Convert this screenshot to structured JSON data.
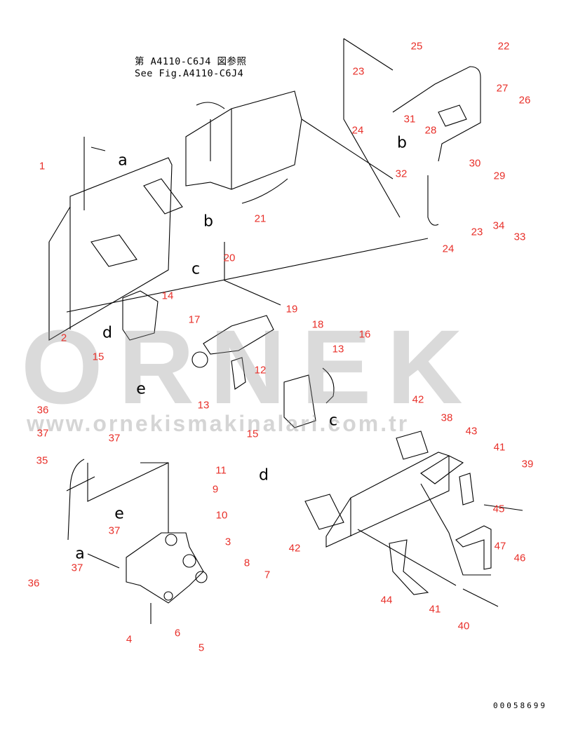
{
  "reference": {
    "line1": "第 A4110-C6J4 図参照",
    "line2": "See Fig.A4110-C6J4"
  },
  "doc_number": "00058699",
  "watermark": {
    "brand": "ORNEK",
    "url": "www.ornekismakinalari.com.tr"
  },
  "part_labels": [
    "1",
    "2",
    "3",
    "4",
    "5",
    "6",
    "7",
    "8",
    "9",
    "10",
    "11",
    "12",
    "13",
    "13",
    "14",
    "15",
    "15",
    "16",
    "17",
    "18",
    "19",
    "20",
    "21",
    "22",
    "23",
    "23",
    "24",
    "24",
    "25",
    "26",
    "27",
    "28",
    "29",
    "30",
    "31",
    "32",
    "33",
    "34",
    "35",
    "36",
    "36",
    "37",
    "37",
    "37",
    "37",
    "38",
    "39",
    "40",
    "41",
    "41",
    "42",
    "42",
    "43",
    "44",
    "45",
    "46",
    "47"
  ],
  "connector_letters": [
    "a",
    "b",
    "c",
    "d",
    "e",
    "a",
    "e",
    "b",
    "c",
    "d"
  ],
  "colors": {
    "label": "#e8302a",
    "line": "#000000"
  }
}
